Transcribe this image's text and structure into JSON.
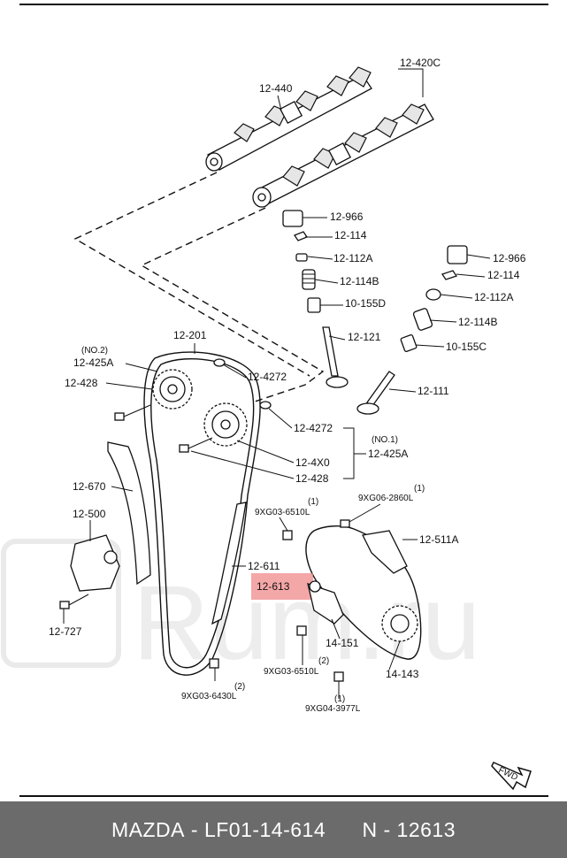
{
  "diagram": {
    "highlight_color": "#f08a8a",
    "labels": {
      "camshaft_exhaust": "12-420C",
      "camshaft_intake": "12-440",
      "tappet_1": "12-966",
      "shim_1": "12-114",
      "retainer_1": "12-112A",
      "spring_1": "12-114B",
      "seal_1": "10-155D",
      "tappet_2": "12-966",
      "shim_2": "12-114",
      "retainer_2": "12-112A",
      "spring_2": "12-114B",
      "seal_2": "10-155C",
      "valve_1": "12-121",
      "valve_2": "12-111",
      "chain": "12-201",
      "no2": "(NO.2)",
      "sprocket_no2": "12-425A",
      "bolt_428_a": "12-428",
      "key_a": "12-4272",
      "key_b": "12-4272",
      "no1": "(NO.1)",
      "sprocket_no1": "12-425A",
      "vvt": "12-4X0",
      "bolt_428_b": "12-428",
      "guide_670": "12-670",
      "tensioner_500": "12-500",
      "bolt_727": "12-727",
      "bolt_6510_a": "9XG03-6510L",
      "bolt_6510_a_qty": "(1)",
      "bolt_2860": "9XG06-2860L",
      "bolt_2860_qty": "(1)",
      "tensioner_511": "12-511A",
      "guide_611": "12-611",
      "part_613": "12-613",
      "chain_151": "14-151",
      "sprocket_143": "14-143",
      "bolt_6510_b": "9XG03-6510L",
      "bolt_6510_b_qty": "(2)",
      "bolt_6430": "9XG03-6430L",
      "bolt_6430_qty": "(2)",
      "bolt_3977": "9XG04-3977L",
      "bolt_3977_qty": "(1)",
      "fwd": "FWD"
    }
  },
  "footer": {
    "brand": "MAZDA",
    "part_number": "LF01-14-614",
    "ref": "N - 12613"
  }
}
